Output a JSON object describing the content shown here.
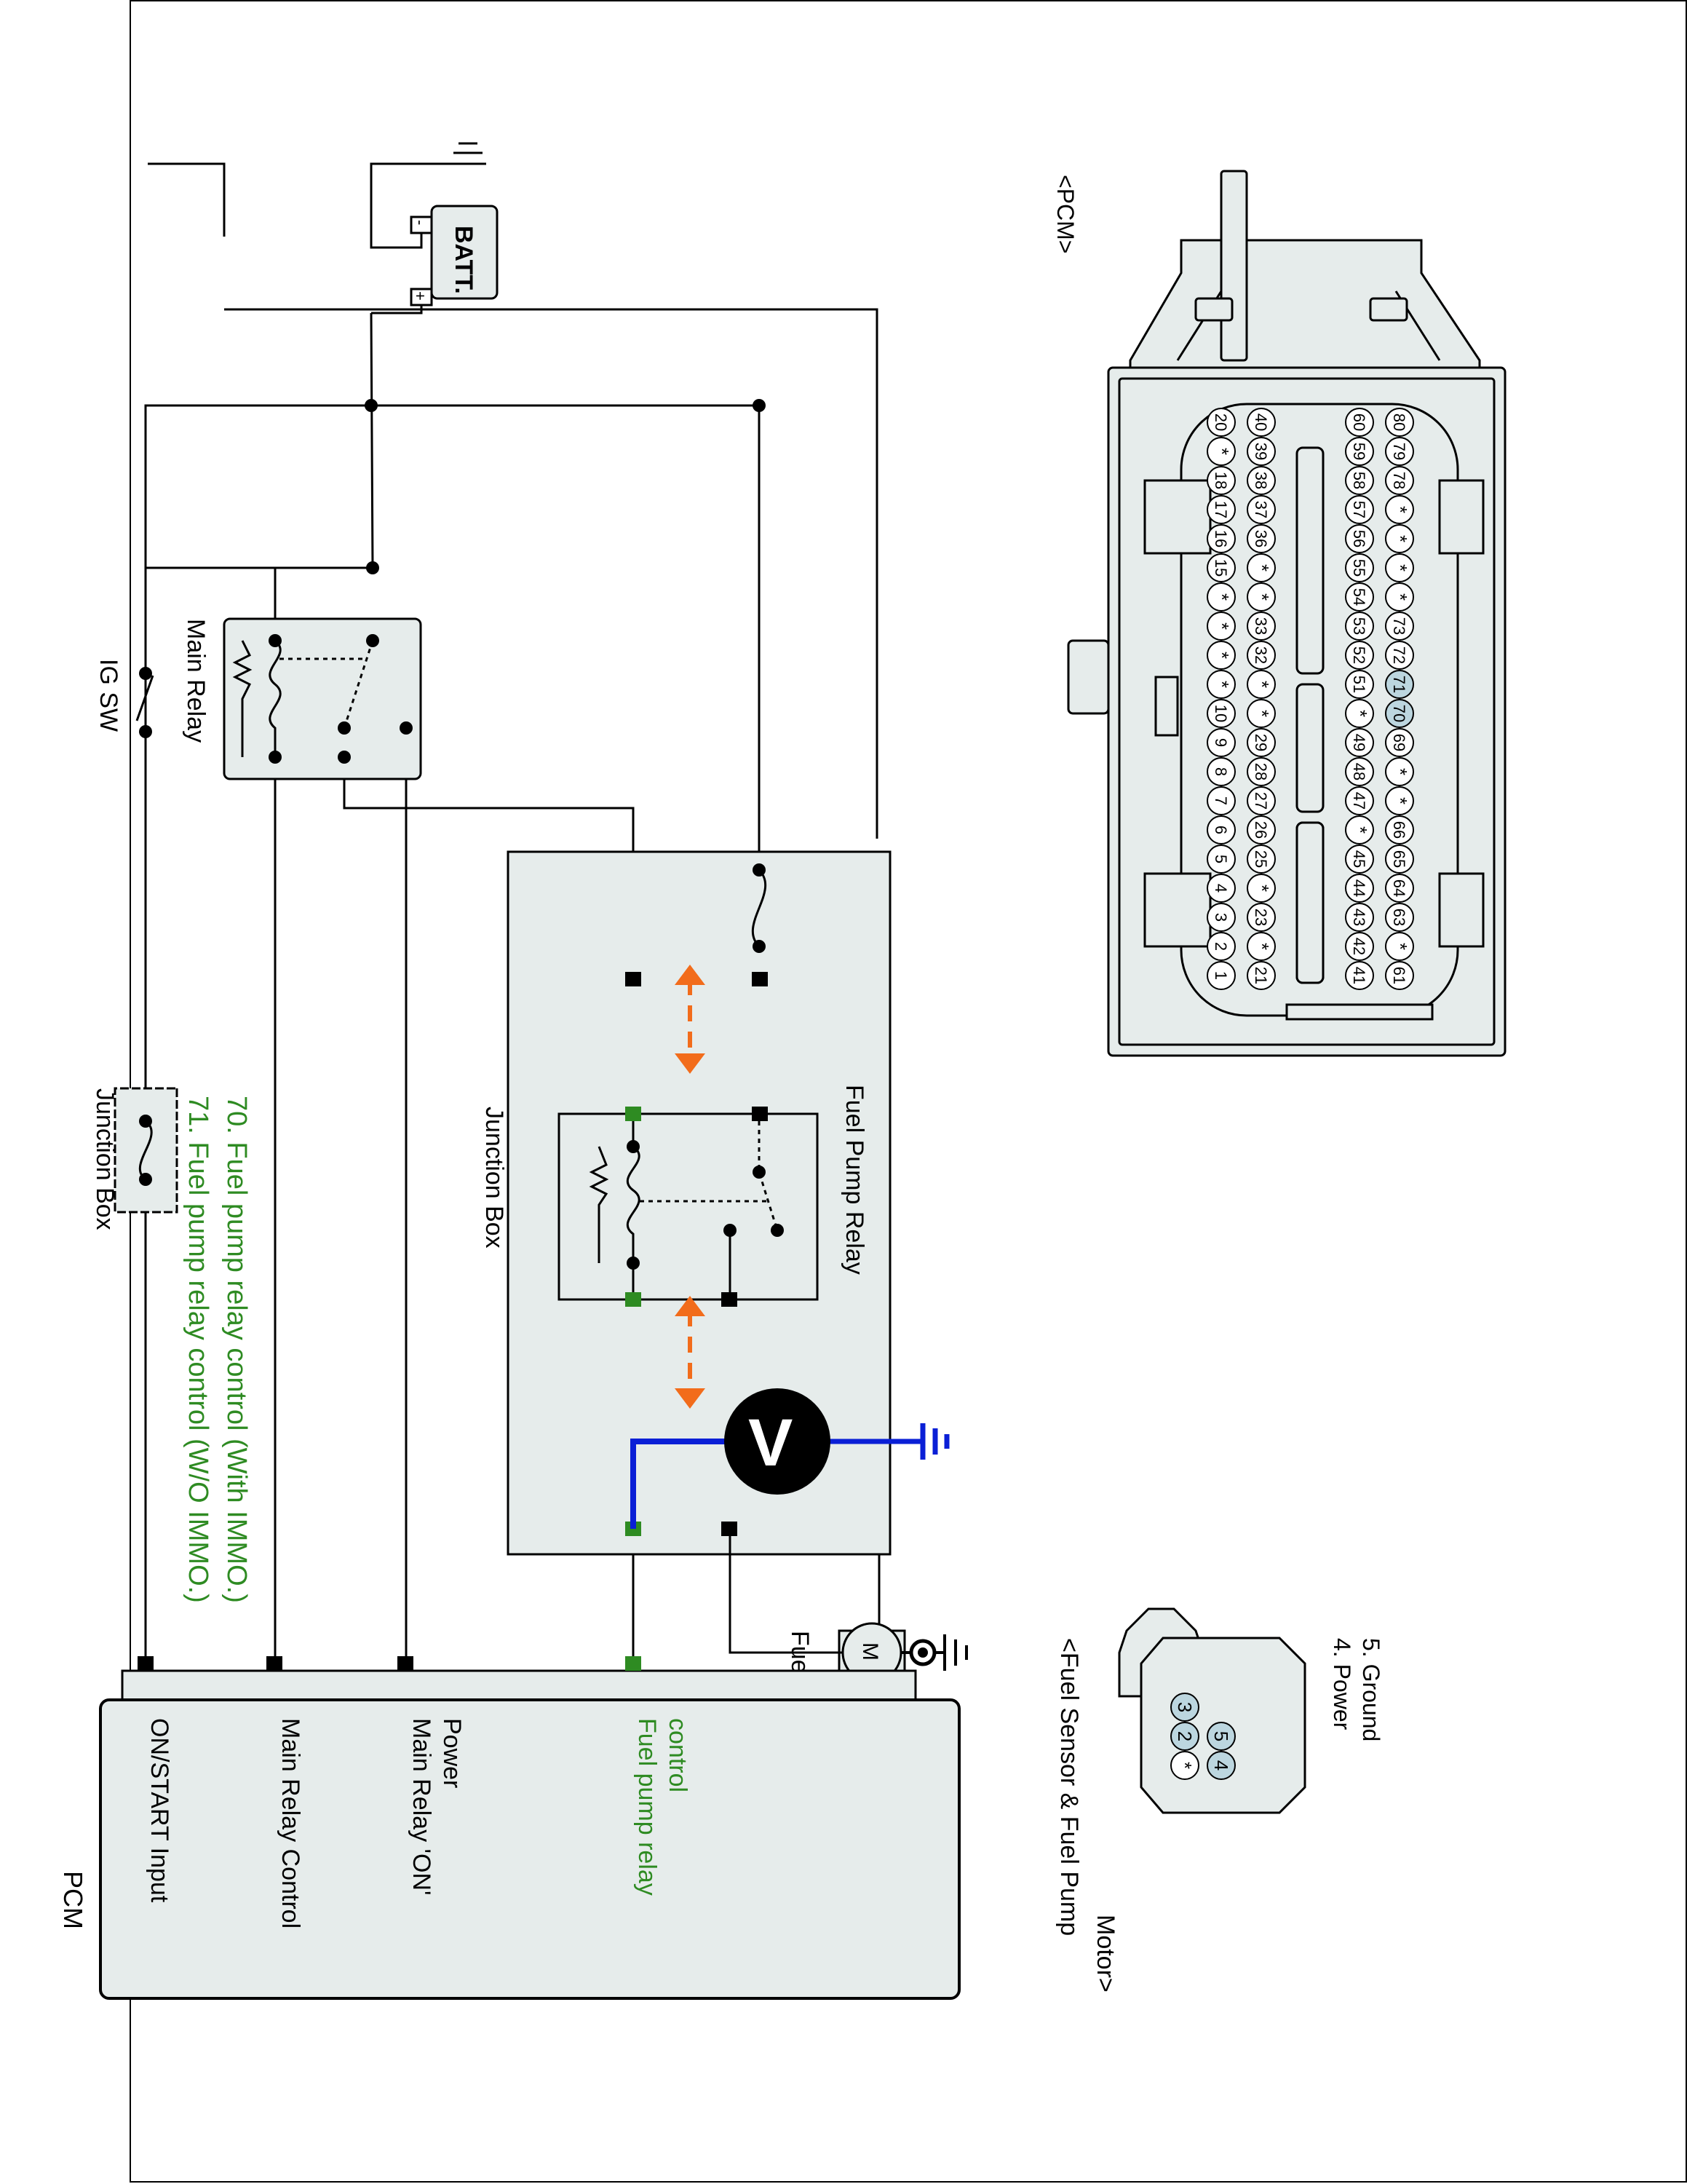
{
  "pcm_connector": {
    "title": "<PCM>",
    "row1": [
      "20",
      "*",
      "18",
      "17",
      "16",
      "15",
      "*",
      "*",
      "*",
      "*",
      "10",
      "9",
      "8",
      "7",
      "6",
      "5",
      "4",
      "3",
      "2",
      "1"
    ],
    "row2": [
      "40",
      "39",
      "38",
      "37",
      "36",
      "*",
      "*",
      "33",
      "32",
      "*",
      "*",
      "29",
      "28",
      "27",
      "26",
      "25",
      "*",
      "23",
      "*",
      "21"
    ],
    "row3": [
      "60",
      "59",
      "58",
      "57",
      "56",
      "55",
      "54",
      "53",
      "52",
      "51",
      "*",
      "49",
      "48",
      "47",
      "*",
      "45",
      "44",
      "43",
      "42",
      "41"
    ],
    "row4": [
      "80",
      "79",
      "78",
      "*",
      "*",
      "*",
      "*",
      "73",
      "72",
      "71",
      "70",
      "69",
      "*",
      "*",
      "66",
      "65",
      "64",
      "63",
      "*",
      "61"
    ],
    "highlight_pins": [
      "70",
      "71"
    ]
  },
  "notes": [
    "70. Fuel pump relay control (With IMMO.)",
    "71. Fuel pump relay control (W/O IMMO.)"
  ],
  "fuel_connector": {
    "title_line1": "<Fuel Sensor & Fuel Pump",
    "title_line2": "Motor>",
    "pins": [
      "3",
      "2",
      "*",
      "5",
      "4"
    ],
    "legend": [
      "4. Power",
      "5. Ground"
    ]
  },
  "schematic": {
    "batt": "BATT.",
    "batt_plus": "+",
    "batt_minus": "-",
    "ig_sw": "IG SW",
    "main_relay": "Main Relay",
    "junction_box_top": "Junction Box",
    "junction_box_main": "Junction Box",
    "fuel_pump_relay": "Fuel Pump Relay",
    "voltmeter": "V",
    "fuel_pump_motor": "Fuel Pump Motor",
    "motor_symbol": "M",
    "pcm_title": "PCM",
    "pcm_labels": [
      "ON/START Input",
      "Main Relay Control",
      "Main Relay 'ON'",
      "Power",
      "Fuel pump relay",
      "control"
    ]
  },
  "colors": {
    "highlight": "#bcd6df",
    "green": "#2e8b22",
    "blue": "#0a1fd6",
    "orange": "#f26c1b",
    "panel": "#e6eceb"
  }
}
